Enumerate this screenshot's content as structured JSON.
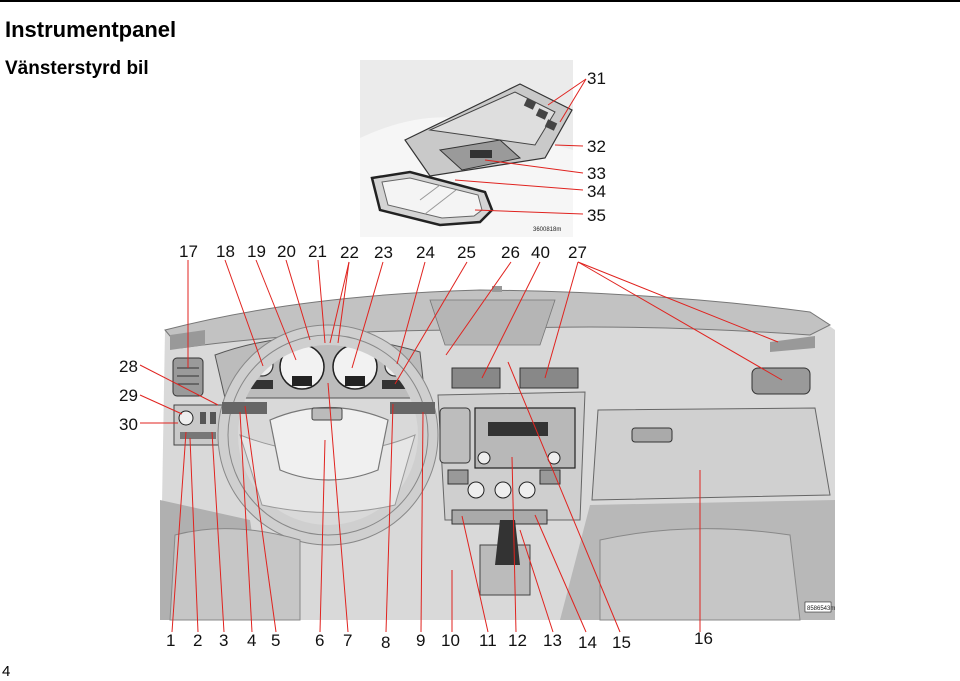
{
  "page": {
    "title": "Instrumentpanel",
    "subtitle": "Vänsterstyrd bil",
    "page_number": "4"
  },
  "figure": {
    "inset_code": "3600818m",
    "main_code": "8586543m",
    "leader_color": "#e0231f",
    "callouts_top": [
      "17",
      "18",
      "19",
      "20",
      "21",
      "22",
      "23",
      "24",
      "25",
      "26",
      "40",
      "27"
    ],
    "callouts_left": [
      "28",
      "29",
      "30"
    ],
    "callouts_bottom": [
      "1",
      "2",
      "3",
      "4",
      "5",
      "6",
      "7",
      "8",
      "9",
      "10",
      "11",
      "12",
      "13",
      "14",
      "15",
      "16"
    ],
    "callouts_inset": [
      "31",
      "32",
      "33",
      "34",
      "35"
    ]
  }
}
